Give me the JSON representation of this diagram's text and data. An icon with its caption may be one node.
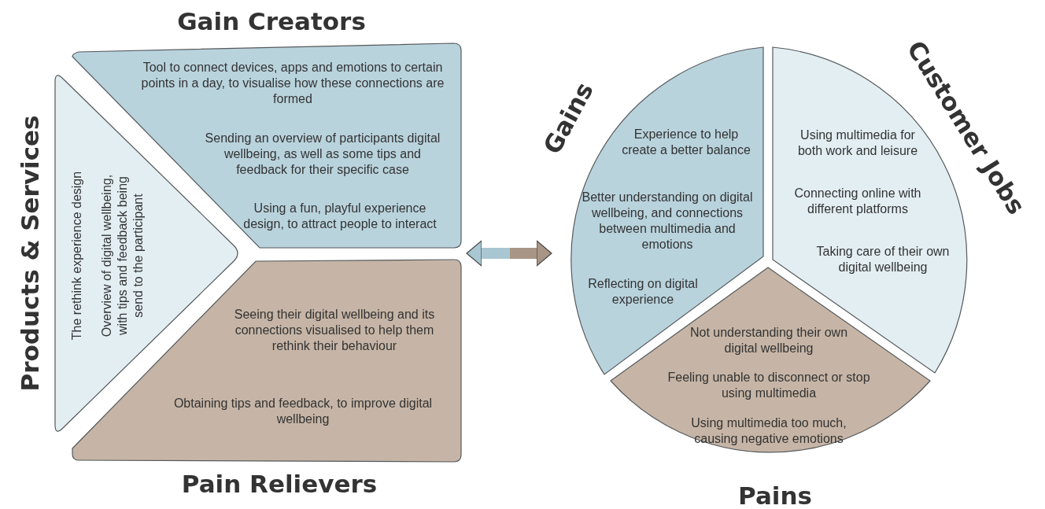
{
  "diagram": {
    "nodes": [
      {
        "text": [
          "Products & Services",
          "The rethink experience design",
          "Overview of digital wellbeing, with tips and feedback being send to the participant"
        ]
      },
      {
        "text": [
          "Gain Creators",
          "Tool to connect devices, apps and emotions to certain points in a day, to visualise how these connections are formed",
          "Sending an overview of participants digital wellbeing, as well as some tips and feedback for their specific case",
          "Using a fun, playful experience design, to attract people to interact"
        ]
      },
      {
        "text": [
          "Seeing their digital wellbeing and its connections visualised to help them rethink their behaviour",
          "Obtaining tips and feedback, to improve digital wellbeing",
          "Pain Relievers"
        ]
      },
      {
        "text": [
          "Gains",
          "Experience to help create a better balance",
          "Better understanding on digital wellbeing, and connections between multimedia and emotions",
          "Reflecting on digital experience"
        ]
      },
      {
        "text": [
          "Customer Jobs",
          "Using multimedia for both work and leisure",
          "Connecting online with different platforms",
          "Taking care of their own digital wellbeing"
        ]
      },
      {
        "text": [
          "Not understanding their own digital wellbeing",
          "Feeling unable to disconnect or stop using multimedia",
          "Using multimedia too much, causing negative emotions",
          "Pains"
        ]
      }
    ],
    "edges": [
      {
        "from": 1,
        "to": 3,
        "arrow": "both"
      }
    ]
  }
}
